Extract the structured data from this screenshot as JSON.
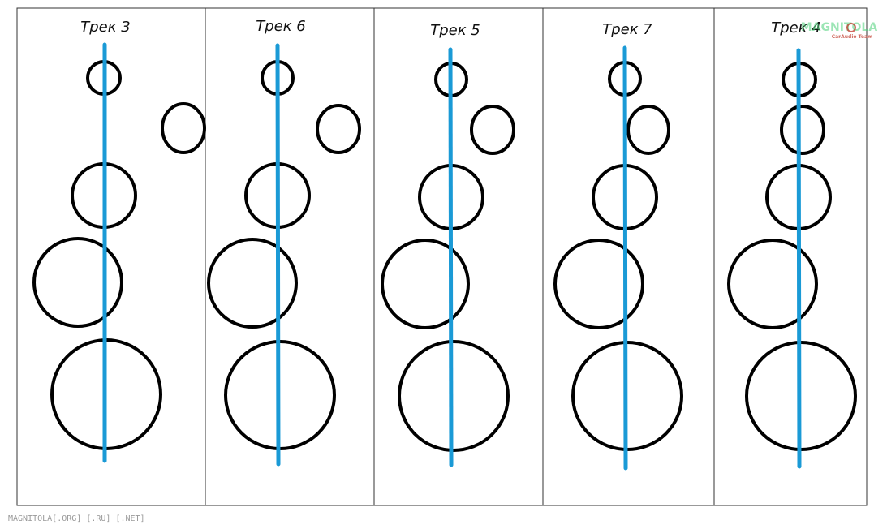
{
  "panels": [
    {
      "title": "Трек 3"
    },
    {
      "title": "Трек 6"
    },
    {
      "title": "Трек 5"
    },
    {
      "title": "Трек 7"
    },
    {
      "title": "Трек 4"
    }
  ],
  "logo": {
    "text": "MAGNITOLA",
    "subtext": "CarAudio Team"
  },
  "footer": {
    "text": "MAGNITOLA[.ORG] [.RU] [.NET]"
  },
  "colors": {
    "circle_stroke": "#000000",
    "axis_line": "#1a9ad6",
    "frame": "#333333"
  }
}
